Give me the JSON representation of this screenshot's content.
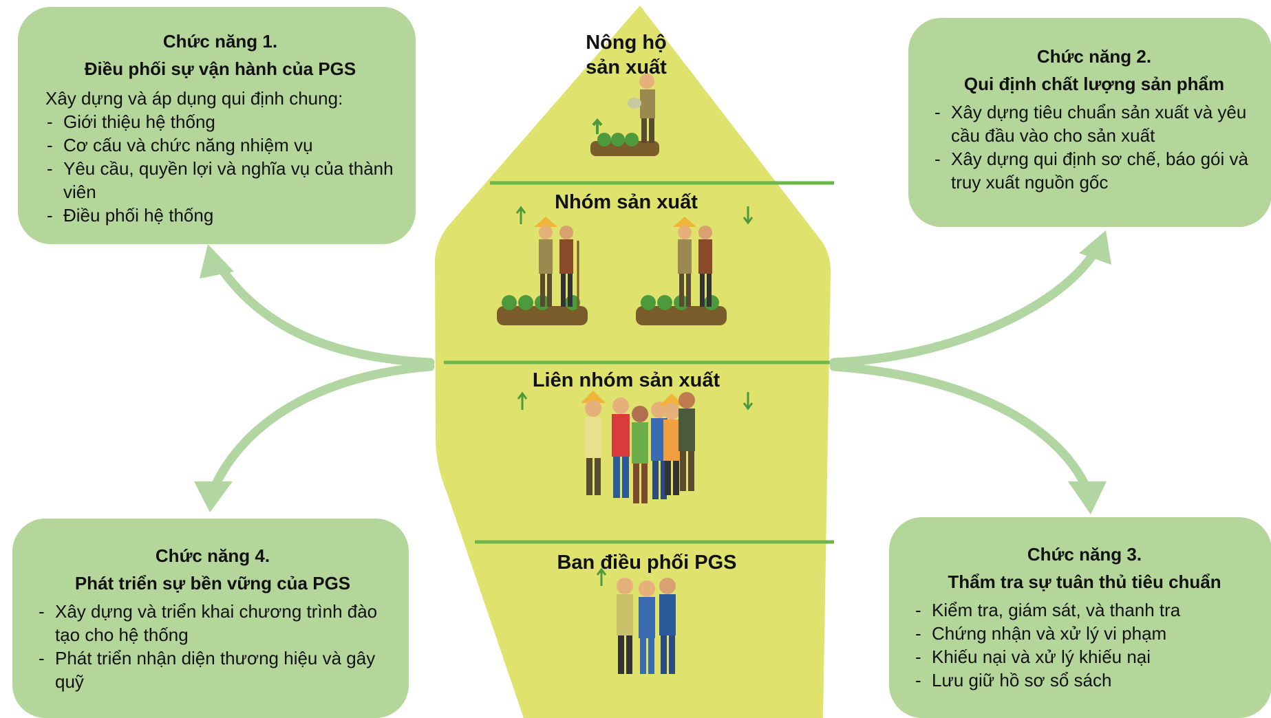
{
  "colors": {
    "box_fill": "#b5d69b",
    "pentagon_fill": "#dfe26c",
    "divider": "#6cb64a",
    "arrow": "#b1d6a1"
  },
  "tiers": {
    "farmer": "Nông hộ\nsản xuất",
    "group": "Nhóm sản xuất",
    "inter_group": "Liên nhóm sản xuất",
    "board": "Ban điều phối PGS"
  },
  "functions": {
    "f1": {
      "title": "Chức năng 1.",
      "subtitle": "Điều phối sự vận hành của PGS",
      "intro": "Xây dựng và áp dụng qui định chung:",
      "items": [
        "Giới thiệu hệ thống",
        "Cơ cấu và chức năng nhiệm vụ",
        "Yêu cầu, quyền lợi và nghĩa vụ của thành viên",
        "Điều phối hệ thống"
      ]
    },
    "f2": {
      "title": "Chức năng 2.",
      "subtitle": "Qui định chất lượng sản phẩm",
      "items": [
        "Xây dựng tiêu chuẩn sản xuất và yêu cầu đầu vào cho sản xuất",
        "Xây dựng qui định sơ chế, báo gói và truy xuất nguồn gốc"
      ]
    },
    "f3": {
      "title": "Chức năng 3.",
      "subtitle": "Thẩm tra sự tuân thủ tiêu chuẩn",
      "items": [
        "Kiểm tra, giám sát, và thanh tra",
        "Chứng nhận và xử lý vi phạm",
        "Khiếu nại và xử lý khiếu nại",
        "Lưu giữ hồ sơ sổ sách"
      ]
    },
    "f4": {
      "title": "Chức năng 4.",
      "subtitle": "Phát triển sự bền vững của PGS",
      "items": [
        "Xây dựng và triển khai chương trình đào tạo cho hệ thống",
        "Phát triển nhận diện thương hiệu và gây quỹ"
      ]
    }
  },
  "icons": [
    "farmer-with-watering-can-icon",
    "farmer-pair-icon",
    "people-crowd-icon",
    "coordinators-icon",
    "up-arrow-icon",
    "down-arrow-icon"
  ]
}
